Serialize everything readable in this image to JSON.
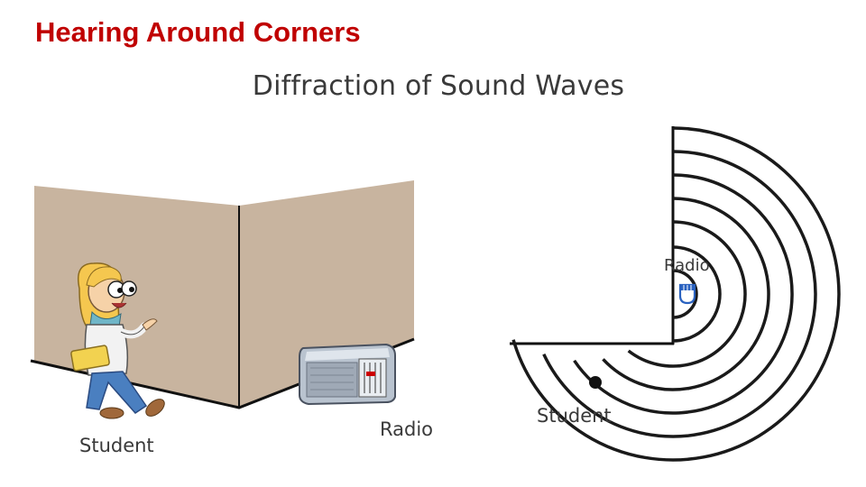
{
  "slide": {
    "title": "Hearing Around Corners"
  },
  "diagram": {
    "title": "Diffraction of Sound Waves",
    "left_panel": {
      "student_label": "Student",
      "radio_label": "Radio"
    },
    "right_panel": {
      "radio_label": "Radio",
      "student_label": "Student"
    }
  },
  "colors": {
    "title": "#c00000",
    "wall": "#c8b49f",
    "label_text": "#3a3a3a",
    "wave_lines": "#1a1a1a",
    "radio_icon": "#2a62c0"
  },
  "icons": {
    "student_figure": "student-cartoon-icon",
    "radio_device": "radio-device-icon",
    "radio_source": "radio-source-icon",
    "student_dot": "student-dot-icon"
  }
}
